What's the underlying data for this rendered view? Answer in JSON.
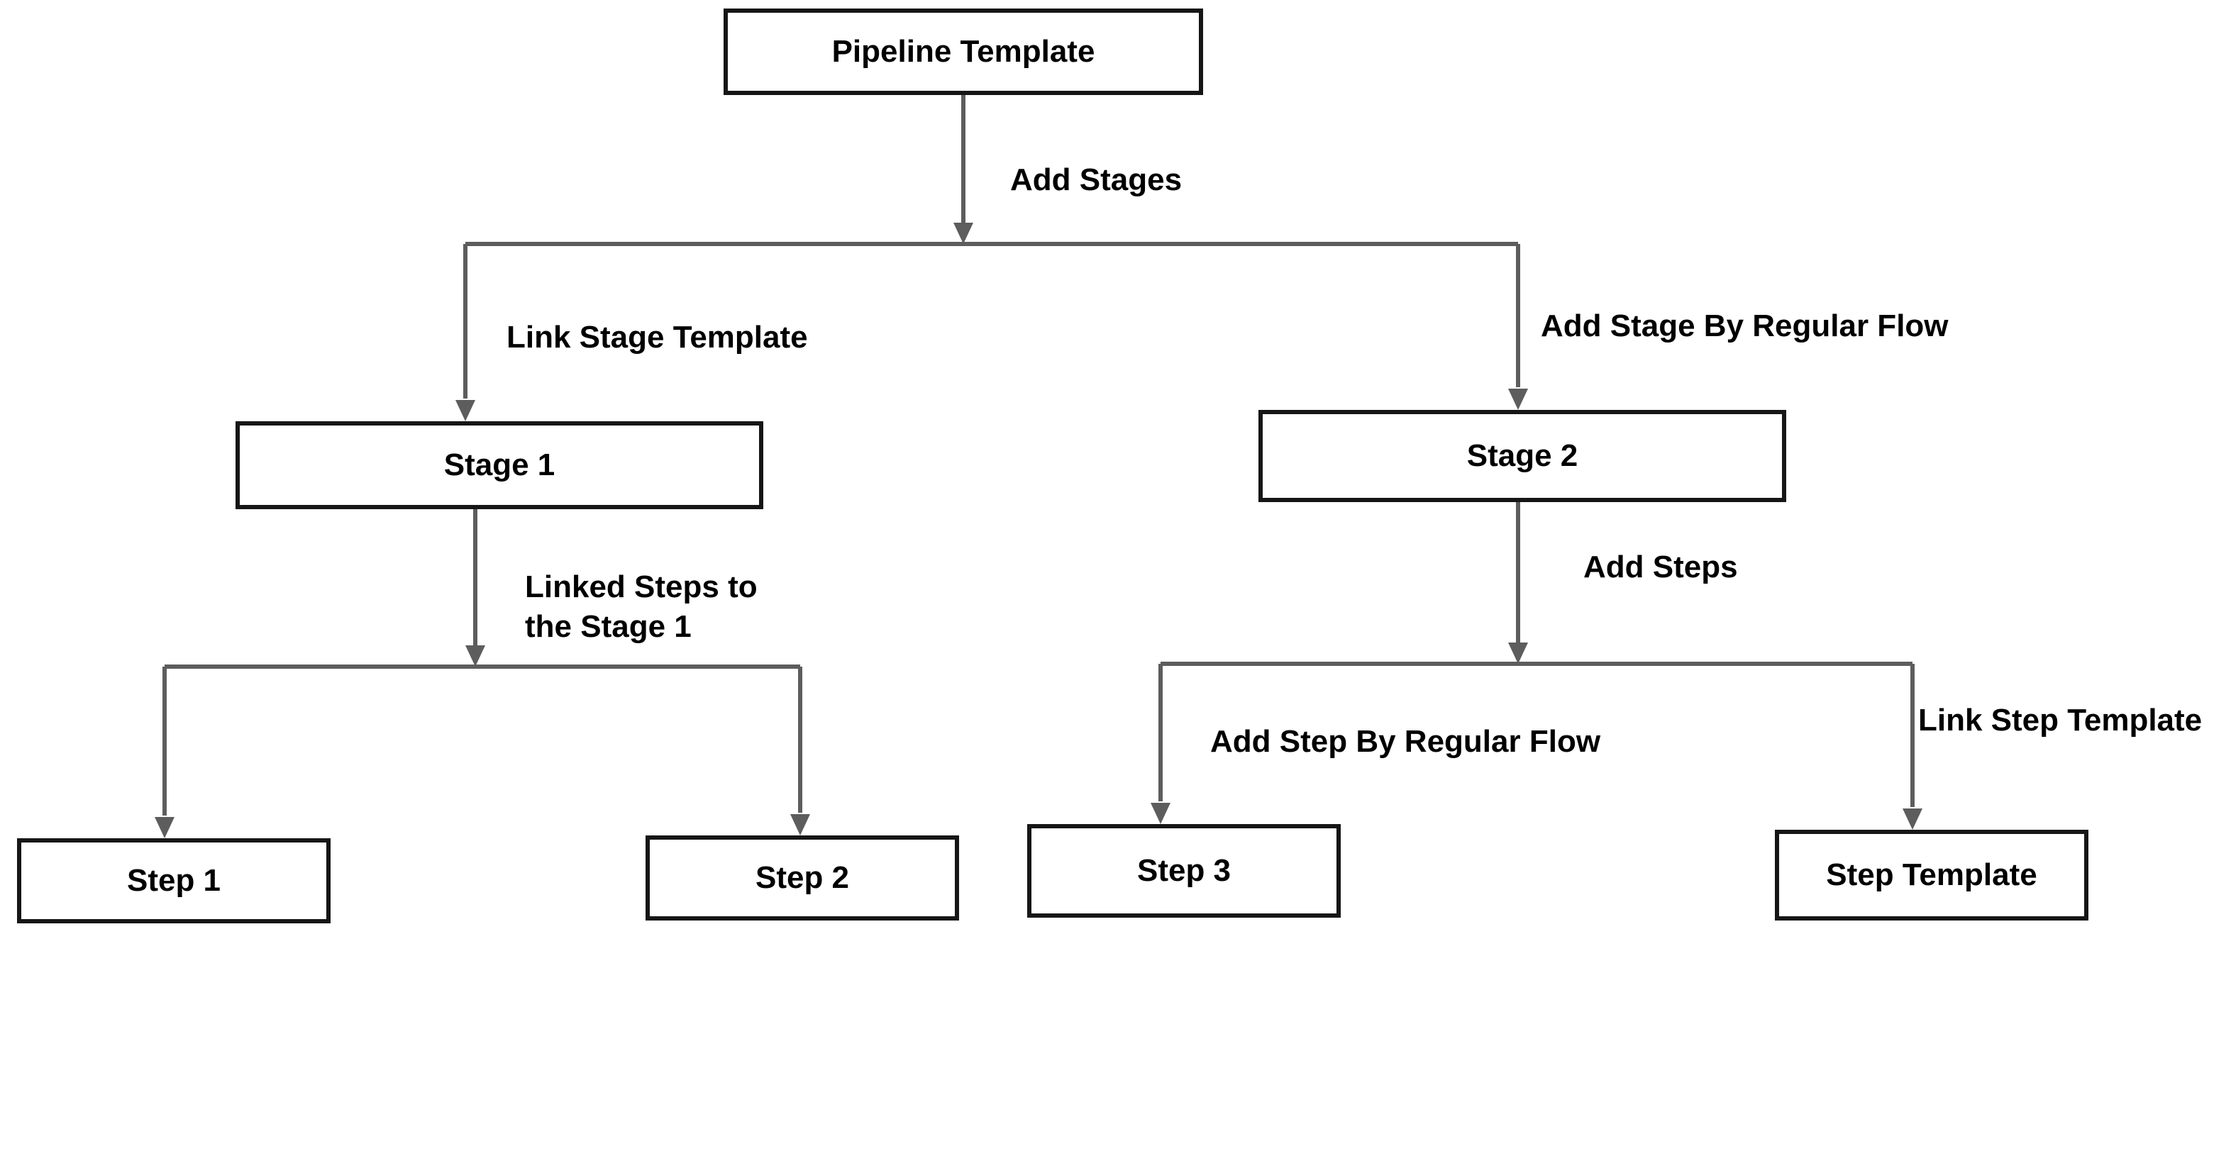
{
  "diagram": {
    "nodes": {
      "pipeline_template": {
        "label": "Pipeline Template"
      },
      "stage1": {
        "label": "Stage 1"
      },
      "stage2": {
        "label": "Stage 2"
      },
      "step1": {
        "label": "Step 1"
      },
      "step2": {
        "label": "Step 2"
      },
      "step3": {
        "label": "Step 3"
      },
      "step_template": {
        "label": "Step Template"
      }
    },
    "edges": {
      "add_stages": {
        "label": "Add Stages",
        "from": "pipeline_template",
        "to": [
          "stage1",
          "stage2"
        ]
      },
      "link_stage_template": {
        "label": "Link Stage Template",
        "from": "pipeline_template",
        "to": "stage1"
      },
      "add_stage_by_regular_flow": {
        "label": "Add Stage By Regular Flow",
        "from": "pipeline_template",
        "to": "stage2"
      },
      "linked_steps_to_stage1": {
        "label": "Linked Steps to\nthe Stage 1",
        "from": "stage1",
        "to": [
          "step1",
          "step2"
        ]
      },
      "add_steps": {
        "label": "Add Steps",
        "from": "stage2",
        "to": [
          "step3",
          "step_template"
        ]
      },
      "add_step_by_regular_flow": {
        "label": "Add Step By Regular Flow",
        "from": "stage2",
        "to": "step3"
      },
      "link_step_template": {
        "label": "Link Step Template",
        "from": "stage2",
        "to": "step_template"
      }
    },
    "colors": {
      "background": "#ffffff",
      "node_fill": "#ffffff",
      "node_border": "#161616",
      "arrow": "#5d5d5d",
      "text": "#000000"
    }
  }
}
